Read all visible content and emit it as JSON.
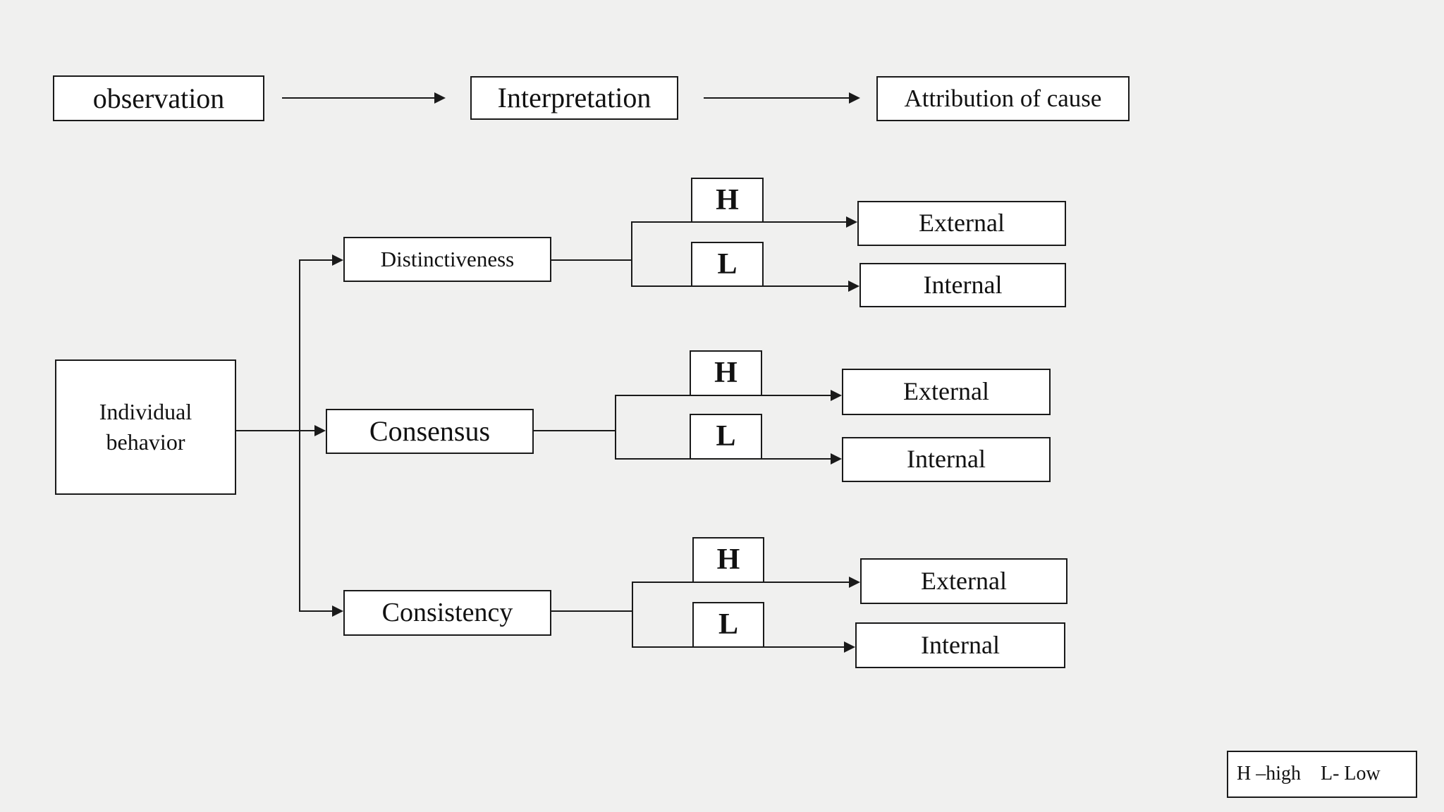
{
  "top_flow": {
    "observation": "observation",
    "interpretation": "Interpretation",
    "attribution": "Attribution of cause"
  },
  "source": {
    "line1": "Individual",
    "line2": "behavior"
  },
  "criteria": [
    {
      "label": "Distinctiveness",
      "high_tag": "H",
      "high_outcome": "External",
      "low_tag": "L",
      "low_outcome": "Internal"
    },
    {
      "label": "Consensus",
      "high_tag": "H",
      "high_outcome": "External",
      "low_tag": "L",
      "low_outcome": "Internal"
    },
    {
      "label": "Consistency",
      "high_tag": "H",
      "high_outcome": "External",
      "low_tag": "L",
      "low_outcome": "Internal"
    }
  ],
  "legend": {
    "text": "H –high    L- Low"
  },
  "colors": {
    "background": "#f0f0ef",
    "box_fill": "#ffffff",
    "border": "#1a1a1a",
    "text": "#111111"
  }
}
